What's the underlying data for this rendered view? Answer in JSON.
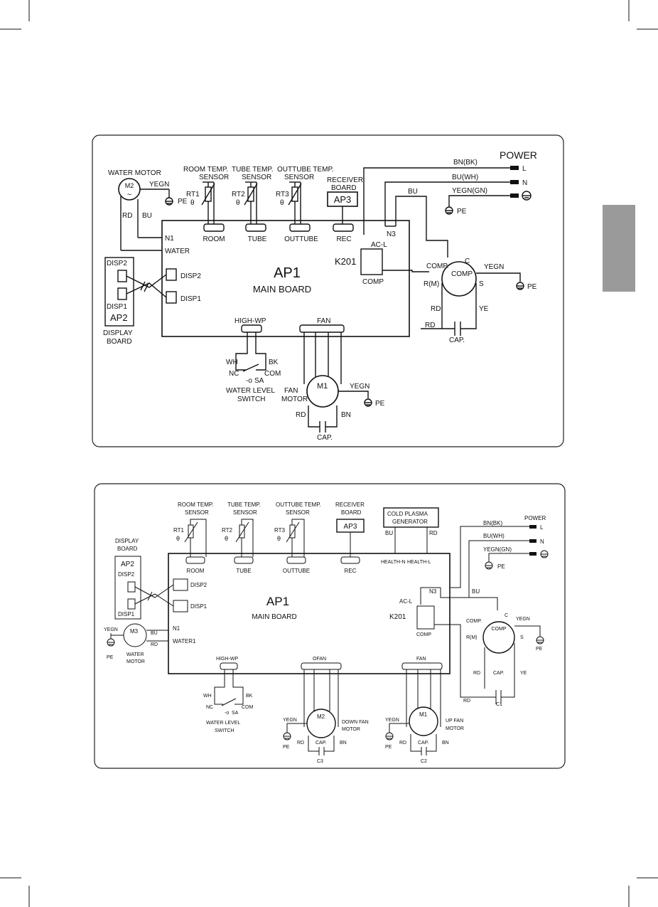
{
  "colors": {
    "line": "#111111",
    "tab": "#9a9a9a",
    "frame": "#222222"
  },
  "diagram1": {
    "water_motor": "WATER MOTOR",
    "m2": "M2",
    "yegn": "YEGN",
    "pe": "PE",
    "rd": "RD",
    "bu": "BU",
    "n1": "N1",
    "water": "WATER",
    "room_sensor": [
      "ROOM TEMP.",
      "SENSOR"
    ],
    "tube_sensor": [
      "TUBE TEMP.",
      "SENSOR"
    ],
    "outtube_sensor": [
      "OUTTUBE TEMP.",
      "SENSOR"
    ],
    "receiver": [
      "RECEIVER",
      "BOARD"
    ],
    "rt1": "RT1",
    "rt2": "RT2",
    "rt3": "RT3",
    "theta": "θ",
    "ap3": "AP3",
    "room": "ROOM",
    "tube": "TUBE",
    "outtube": "OUTTUBE",
    "rec": "REC",
    "power": "POWER",
    "l": "L",
    "n": "N",
    "bn_bk": "BN(BK)",
    "bu_wh": "BU(WH)",
    "yegn_gn": "YEGN(GN)",
    "n3": "N3",
    "ac_l": "AC-L",
    "k201": "K201",
    "comp": "COMP",
    "comp_dot": "COMP.",
    "c": "C",
    "r_m": "R(M)",
    "s": "S",
    "ye": "YE",
    "cap": "CAP.",
    "disp2": "DISP2",
    "disp1": "DISP1",
    "ap2": "AP2",
    "display_board": [
      "DISPLAY",
      "BOARD"
    ],
    "ap1": "AP1",
    "main_board": "MAIN BOARD",
    "high_wp": "HIGH-WP",
    "fan": "FAN",
    "wh": "WH",
    "bk": "BK",
    "nc": "NC",
    "com": "COM",
    "sa": "SA",
    "water_level_switch": [
      "WATER LEVEL",
      "SWITCH"
    ],
    "fan_motor": [
      "FAN",
      "MOTOR"
    ],
    "m1": "M1",
    "bn": "BN"
  },
  "diagram2": {
    "room_sensor": [
      "ROOM TEMP.",
      "SENSOR"
    ],
    "tube_sensor": [
      "TUBE TEMP.",
      "SENSOR"
    ],
    "outtube_sensor": [
      "OUTTUBE TEMP.",
      "SENSOR"
    ],
    "receiver": [
      "RECEIVER",
      "BOARD"
    ],
    "cold_plasma": [
      "COLD PLASMA",
      "GENERATOR"
    ],
    "rt1": "RT1",
    "rt2": "RT2",
    "rt3": "RT3",
    "theta": "θ",
    "ap3": "AP3",
    "room": "ROOM",
    "tube": "TUBE",
    "outtube": "OUTTUBE",
    "rec": "REC",
    "bu": "BU",
    "rd": "RD",
    "health_n": "HEALTH-N",
    "health_l": "HEALTH-L",
    "power": "POWER",
    "bn_bk": "BN(BK)",
    "bu_wh": "BU(WH)",
    "yegn_gn": "YEGN(GN)",
    "l": "L",
    "n": "N",
    "pe": "PE",
    "display_board": [
      "DISPLAY",
      "BOARD"
    ],
    "ap2": "AP2",
    "disp2": "DISP2",
    "disp1": "DISP1",
    "ap1": "AP1",
    "main_board": "MAIN BOARD",
    "n3": "N3",
    "ac_l": "AC-L",
    "k201": "K201",
    "comp": "COMP",
    "comp_dot": "COMP.",
    "c": "C",
    "yegn": "YEGN",
    "r_m": "R(M)",
    "s": "S",
    "cap": "CAP.",
    "ye": "YE",
    "c1": "C1",
    "m3": "M3",
    "n1": "N1",
    "water1": "WATER1",
    "water_motor": [
      "WATER",
      "MOTOR"
    ],
    "high_wp": "HIGH-WP",
    "ofan": "OFAN",
    "fan": "FAN",
    "wh": "WH",
    "bk": "BK",
    "nc": "NC",
    "com": "COM",
    "sa": "SA",
    "water_level_switch": [
      "WATER LEVEL",
      "SWITCH"
    ],
    "m2": "M2",
    "m1": "M1",
    "bn": "BN",
    "down_fan_motor": [
      "DOWN FAN",
      "MOTOR"
    ],
    "up_fan_motor": [
      "UP FAN",
      "MOTOR"
    ],
    "c3": "C3",
    "c2": "C2"
  }
}
